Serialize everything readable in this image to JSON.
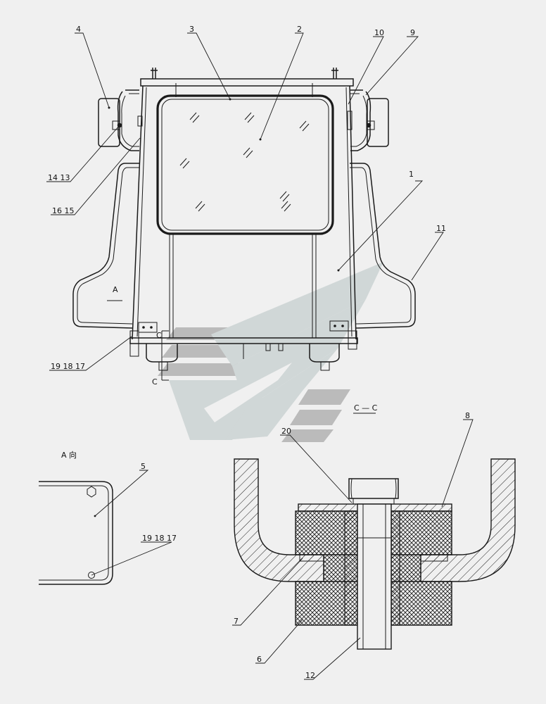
{
  "callouts": {
    "c1": "1",
    "c2": "2",
    "c3": "3",
    "c4": "4",
    "c5": "5",
    "c6": "6",
    "c7": "7",
    "c8": "8",
    "c9": "9",
    "c10": "10",
    "c11": "11",
    "c12": "12",
    "c20": "20",
    "c14_13": "14  13",
    "c16_15": "16  15",
    "c19_18_17_main": "19  18  17",
    "c19_18_17_detail": "19  18  17"
  },
  "view_marks": {
    "a_arrow": "A",
    "section_c_top": "C",
    "section_c_bottom": "C",
    "view_a_title": "A 向",
    "section_cc_title": "C — C"
  },
  "colors": {
    "line": "#1a1a1a",
    "background": "#f0f0f0",
    "watermark_light": "#cfd6d6",
    "watermark_dark": "#b9b9b9"
  }
}
